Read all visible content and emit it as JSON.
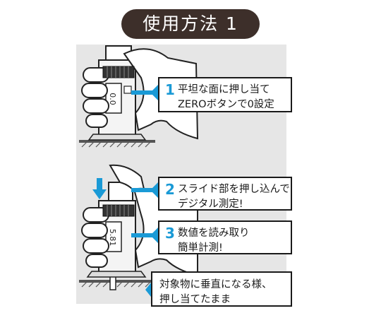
{
  "title": "使用方法 1",
  "steps": [
    {
      "number": "1",
      "line1": "平坦な面に押し当て",
      "line2": "ZEROボタンで0設定"
    },
    {
      "number": "2",
      "line1": "スライド部を押し込んで",
      "line2": "デジタル測定!"
    },
    {
      "number": "3",
      "line1": "数値を読み取り",
      "line2": "簡単計測!"
    }
  ],
  "note": {
    "line1": "対象物に垂直になる様、",
    "line2": "押し当てたまま"
  },
  "colors": {
    "accent": "#1a9ad6",
    "pill": "#3d2f2a",
    "panel": "#e6e6e6"
  }
}
